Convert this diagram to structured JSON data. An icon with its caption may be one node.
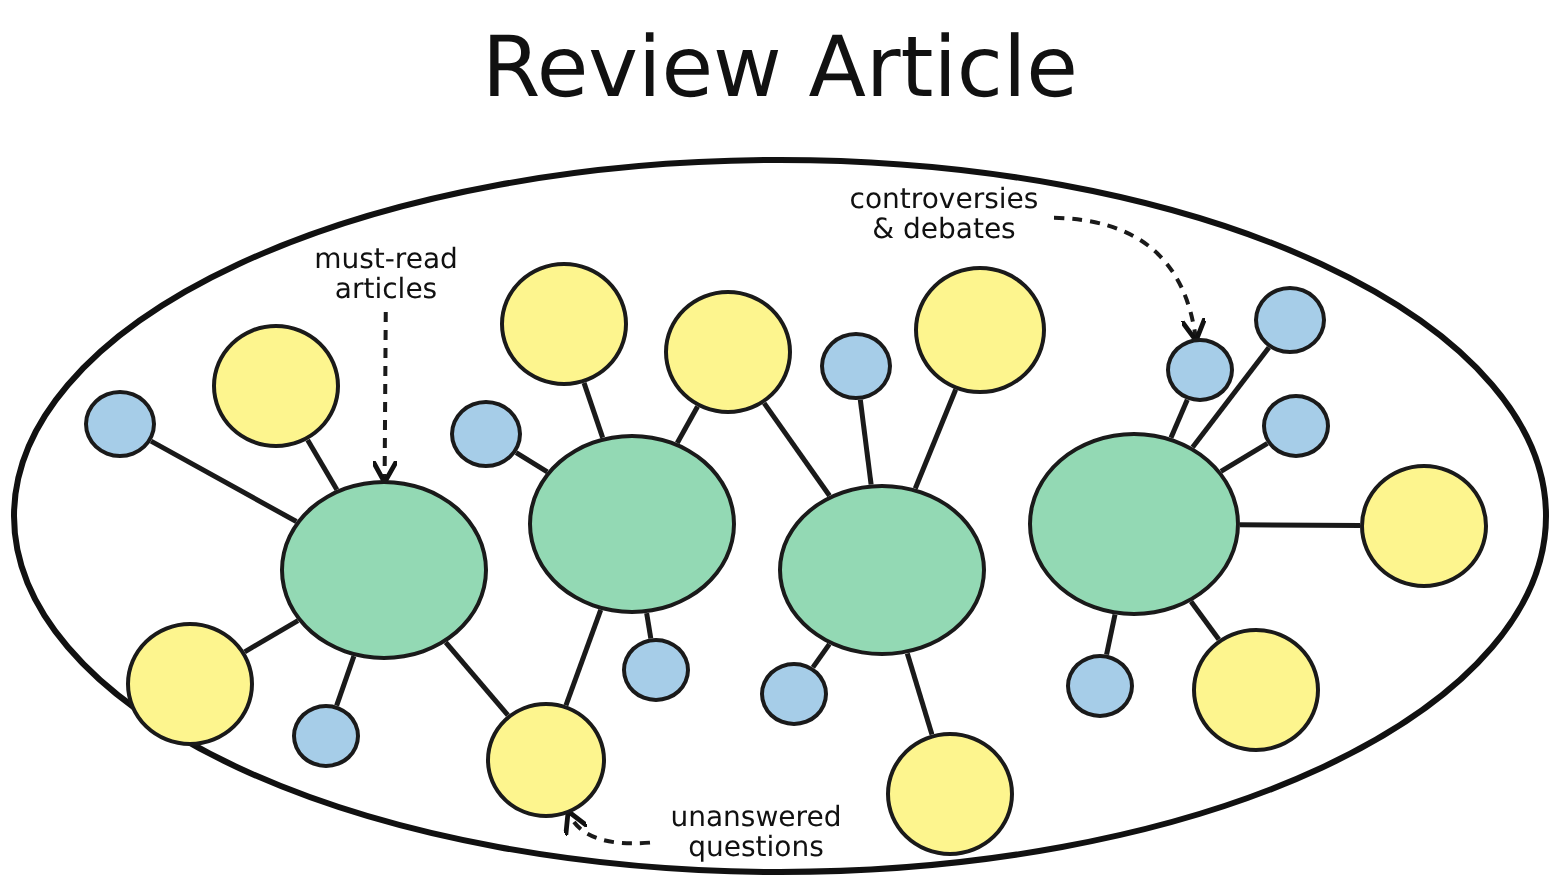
{
  "diagram": {
    "title": "Review Article",
    "nodes": [
      {
        "text": [],
        "shape": "ellipse"
      },
      {
        "text": [
          "must-read articles"
        ],
        "in": 0
      },
      {
        "text": [
          "controversies & debates"
        ],
        "in": 0
      },
      {
        "text": [
          "unanswered questions"
        ],
        "in": 0
      },
      {
        "text": [],
        "shape": "circle",
        "in": 0
      },
      {
        "text": [],
        "shape": "circle",
        "in": 0
      },
      {
        "text": [],
        "shape": "circle",
        "in": 0
      },
      {
        "text": [],
        "shape": "circle",
        "in": 0
      },
      {
        "text": [],
        "shape": "circle",
        "in": 0
      },
      {
        "text": [],
        "shape": "circle",
        "in": 0
      },
      {
        "text": [],
        "shape": "circle",
        "in": 0
      },
      {
        "text": [],
        "shape": "circle",
        "in": 0
      },
      {
        "text": [],
        "shape": "circle",
        "in": 0
      },
      {
        "text": [],
        "shape": "circle",
        "in": 0
      },
      {
        "text": [],
        "shape": "circle",
        "in": 0
      },
      {
        "text": [],
        "shape": "circle",
        "in": 0
      },
      {
        "text": [],
        "shape": "circle",
        "in": 0
      },
      {
        "text": [],
        "shape": "circle",
        "in": 0
      },
      {
        "text": [],
        "shape": "circle",
        "in": 0
      },
      {
        "text": [],
        "shape": "circle",
        "in": 0
      },
      {
        "text": [],
        "shape": "circle",
        "in": 0
      },
      {
        "text": [],
        "shape": "circle",
        "in": 0
      },
      {
        "text": [],
        "shape": "circle",
        "in": 0
      },
      {
        "text": [],
        "shape": "circle",
        "in": 0
      },
      {
        "text": [],
        "shape": "circle",
        "in": 0
      },
      {
        "text": [],
        "shape": "circle",
        "in": 0
      },
      {
        "text": [],
        "shape": "circle",
        "in": 0
      }
    ],
    "edges": [
      {
        "from": 6,
        "to": 4,
        "arrow": "none"
      },
      {
        "from": 6,
        "to": 5,
        "arrow": "none"
      },
      {
        "from": 6,
        "to": 7,
        "arrow": "none"
      },
      {
        "from": 6,
        "to": 8,
        "arrow": "none"
      },
      {
        "from": 6,
        "to": 9,
        "arrow": "none"
      },
      {
        "from": 12,
        "to": 10,
        "arrow": "none"
      },
      {
        "from": 12,
        "to": 11,
        "arrow": "none"
      },
      {
        "from": 12,
        "to": 14,
        "arrow": "none"
      },
      {
        "from": 12,
        "to": 13,
        "arrow": "none"
      },
      {
        "from": 12,
        "to": 9,
        "arrow": "none"
      },
      {
        "from": 17,
        "to": 14,
        "arrow": "none"
      },
      {
        "from": 17,
        "to": 15,
        "arrow": "none"
      },
      {
        "from": 17,
        "to": 16,
        "arrow": "none"
      },
      {
        "from": 17,
        "to": 18,
        "arrow": "none"
      },
      {
        "from": 17,
        "to": 19,
        "arrow": "none"
      },
      {
        "from": 23,
        "to": 20,
        "arrow": "none"
      },
      {
        "from": 23,
        "to": 21,
        "arrow": "none"
      },
      {
        "from": 23,
        "to": 22,
        "arrow": "none"
      },
      {
        "from": 23,
        "to": 24,
        "arrow": "none"
      },
      {
        "from": 23,
        "to": 25,
        "arrow": "none"
      },
      {
        "from": 23,
        "to": 26,
        "arrow": "none"
      },
      {
        "from": 1,
        "to": 6,
        "arrow": "to",
        "style": "dashed"
      },
      {
        "from": 2,
        "to": 20,
        "arrow": "to",
        "style": "dashed"
      },
      {
        "from": 3,
        "to": 9,
        "arrow": "to",
        "style": "dashed"
      }
    ]
  }
}
